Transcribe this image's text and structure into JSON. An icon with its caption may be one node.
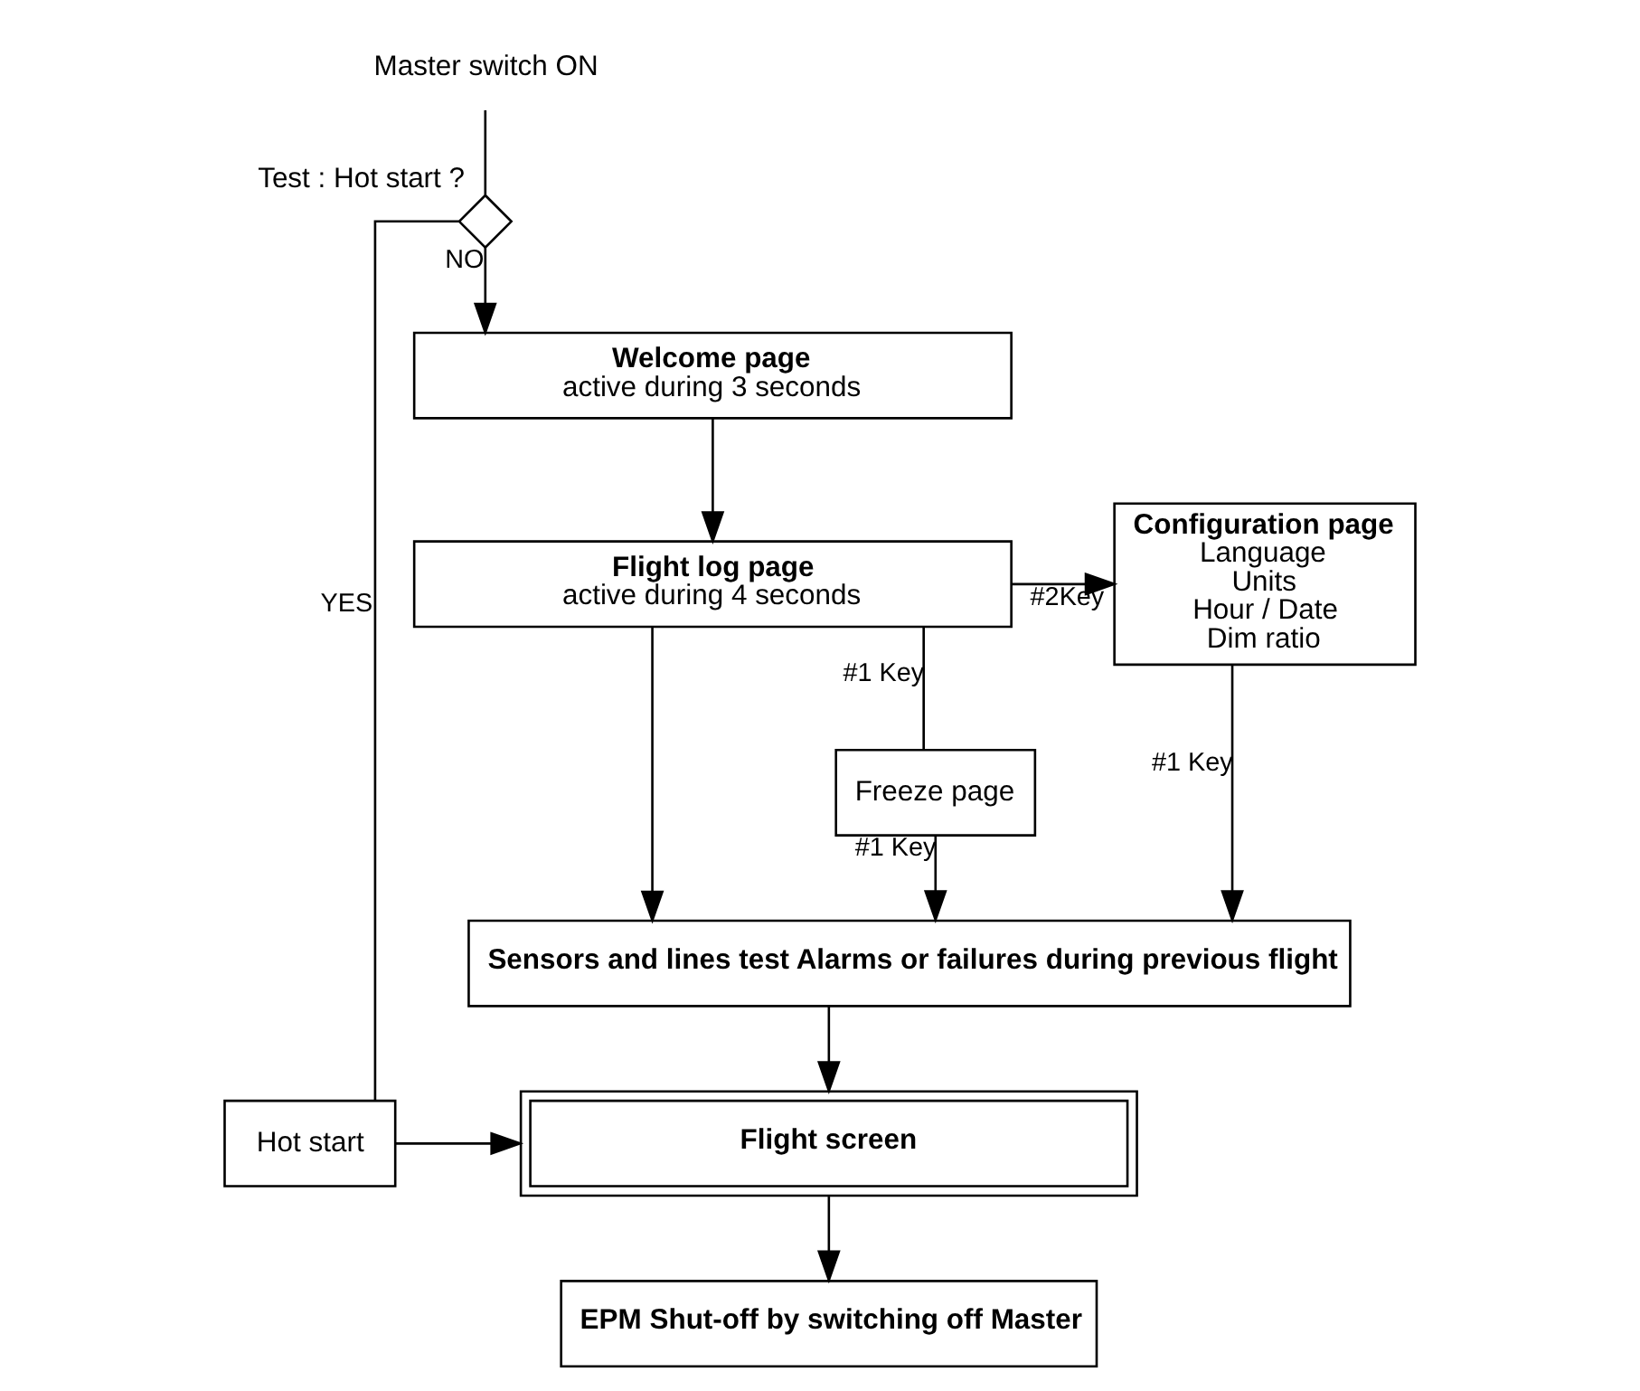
{
  "diagram": {
    "nodes": [
      {
        "text": [
          "Master switch ON"
        ]
      },
      {
        "text": [],
        "shape": "diamond",
        "beside": [
          "Test : Hot start ?"
        ]
      },
      {
        "text": [
          "Welcome page",
          "active during 3 seconds"
        ]
      },
      {
        "text": [
          "Flight log page",
          "active during 4 seconds"
        ]
      },
      {
        "text": [
          "Configuration page",
          "Language",
          "Units",
          "Hour / Date",
          "Dim ratio"
        ]
      },
      {
        "text": [
          "Freeze page"
        ]
      },
      {
        "text": [
          "Sensors and lines test Alarms or failures during previous flight"
        ]
      },
      {
        "text": [
          "Hot start"
        ]
      },
      {
        "text": [
          "Flight screen"
        ]
      },
      {
        "text": [
          "EPM Shut-off by switching off Master"
        ]
      }
    ],
    "edges": [
      {
        "from": 0,
        "to": 1,
        "arrow": "none"
      },
      {
        "from": 1,
        "to": 2,
        "arrow": "to",
        "label": "NO"
      },
      {
        "from": 1,
        "to": 7,
        "arrow": "none",
        "label": "YES"
      },
      {
        "from": 7,
        "to": 8,
        "arrow": "to"
      },
      {
        "from": 2,
        "to": 3,
        "arrow": "to"
      },
      {
        "from": 3,
        "to": 4,
        "arrow": "to",
        "label": "#2Key"
      },
      {
        "from": 3,
        "to": 5,
        "arrow": "none",
        "label": "#1 Key"
      },
      {
        "from": 5,
        "to": 6,
        "arrow": "to",
        "label": "#1 Key"
      },
      {
        "from": 3,
        "to": 6,
        "arrow": "to"
      },
      {
        "from": 4,
        "to": 6,
        "arrow": "to",
        "label": "#1 Key"
      },
      {
        "from": 6,
        "to": 8,
        "arrow": "to"
      },
      {
        "from": 8,
        "to": 9,
        "arrow": "to"
      }
    ]
  }
}
